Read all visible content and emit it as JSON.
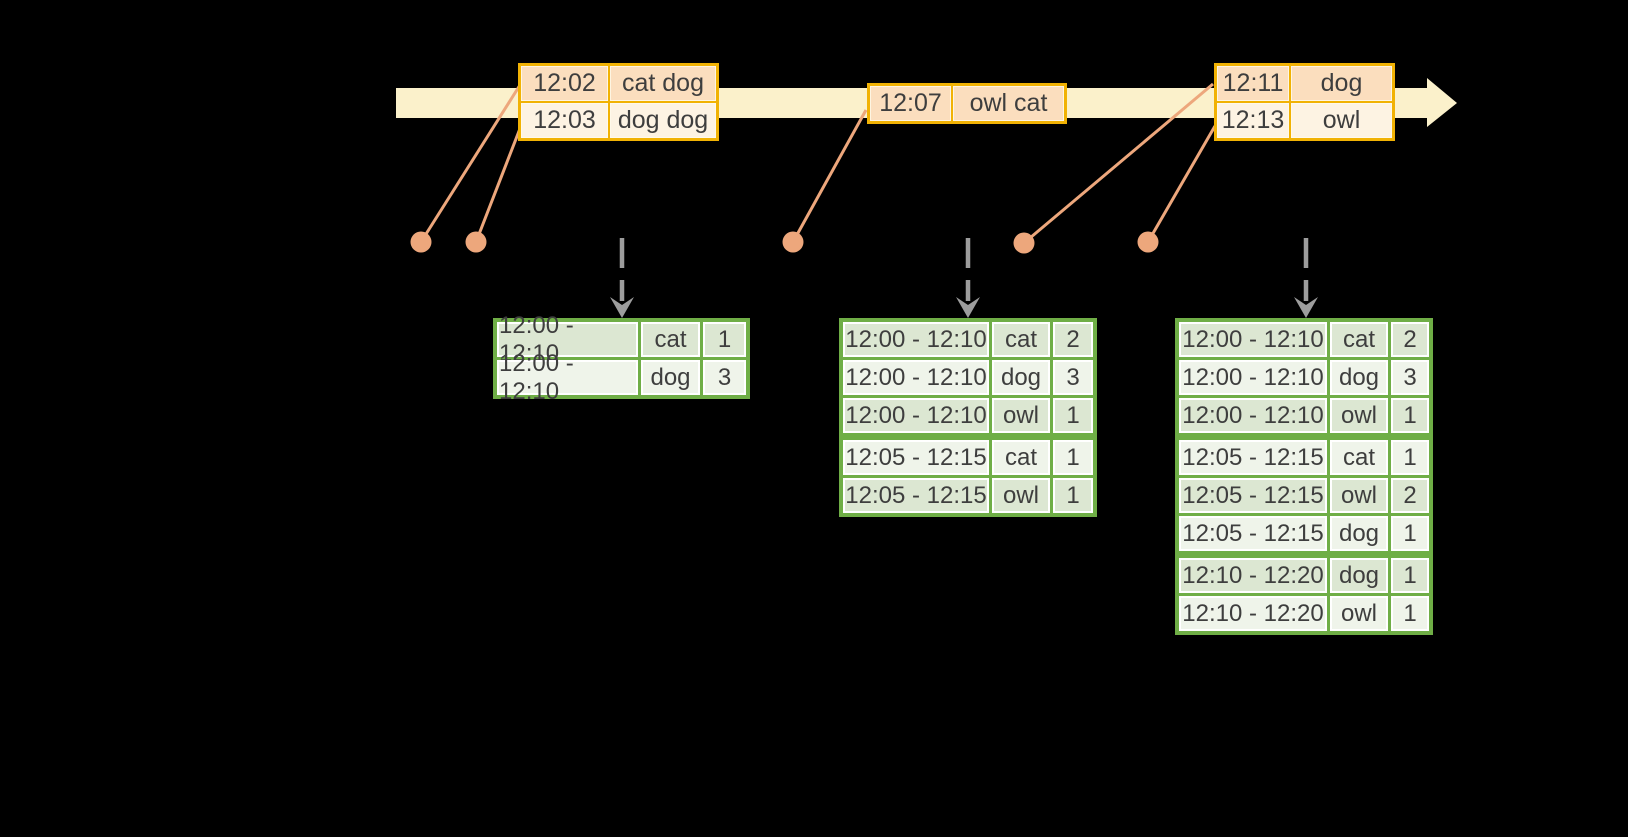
{
  "colors": {
    "background": "#000000",
    "timeline_fill": "#FBF1CB",
    "orange_border": "#F1B204",
    "orange_row_dark": "#FBDEBE",
    "orange_row_light": "#FDF3E3",
    "salmon": "#EDA77C",
    "gray_arrow": "#9D9D9D",
    "green_border": "#6FAE46",
    "green_row_dark": "#DCE7D2",
    "green_row_light": "#EFF4EA",
    "cell_edge": "#FFFFFF",
    "text": "#3E3E3E"
  },
  "event_tables": [
    {
      "rows": [
        {
          "time": "12:02",
          "words": "cat dog"
        },
        {
          "time": "12:03",
          "words": "dog dog"
        }
      ]
    },
    {
      "rows": [
        {
          "time": "12:07",
          "words": "owl cat"
        }
      ]
    },
    {
      "rows": [
        {
          "time": "12:11",
          "words": "dog"
        },
        {
          "time": "12:13",
          "words": "owl"
        }
      ]
    }
  ],
  "result_tables": [
    {
      "group_breaks": [],
      "rows": [
        {
          "window": "12:00 - 12:10",
          "word": "cat",
          "count": "1"
        },
        {
          "window": "12:00 - 12:10",
          "word": "dog",
          "count": "3"
        }
      ]
    },
    {
      "group_breaks": [
        3
      ],
      "rows": [
        {
          "window": "12:00 - 12:10",
          "word": "cat",
          "count": "2"
        },
        {
          "window": "12:00 - 12:10",
          "word": "dog",
          "count": "3"
        },
        {
          "window": "12:00 - 12:10",
          "word": "owl",
          "count": "1"
        },
        {
          "window": "12:05 - 12:15",
          "word": "cat",
          "count": "1"
        },
        {
          "window": "12:05 - 12:15",
          "word": "owl",
          "count": "1"
        }
      ]
    },
    {
      "group_breaks": [
        3,
        6
      ],
      "rows": [
        {
          "window": "12:00 - 12:10",
          "word": "cat",
          "count": "2"
        },
        {
          "window": "12:00 - 12:10",
          "word": "dog",
          "count": "3"
        },
        {
          "window": "12:00 - 12:10",
          "word": "owl",
          "count": "1"
        },
        {
          "window": "12:05 - 12:15",
          "word": "cat",
          "count": "1"
        },
        {
          "window": "12:05 - 12:15",
          "word": "owl",
          "count": "2"
        },
        {
          "window": "12:05 - 12:15",
          "word": "dog",
          "count": "1"
        },
        {
          "window": "12:10 - 12:20",
          "word": "dog",
          "count": "1"
        },
        {
          "window": "12:10 - 12:20",
          "word": "owl",
          "count": "1"
        }
      ]
    }
  ]
}
